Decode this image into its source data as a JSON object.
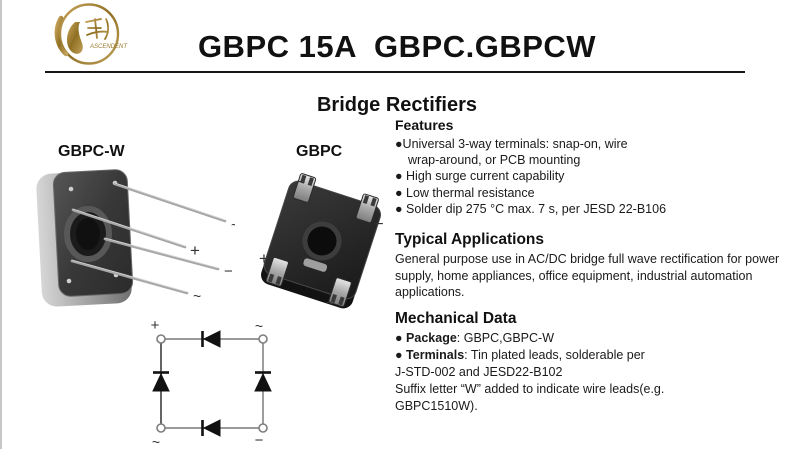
{
  "header": {
    "title": "GBPC 15A  GBPC.GBPCW",
    "logo_brand": "ASCENDENT"
  },
  "subtitle": "Bridge Rectifiers",
  "packages": {
    "gbpcw": {
      "label": "GBPC-W",
      "pins": [
        "~",
        "+",
        "−",
        "~"
      ]
    },
    "gbpc": {
      "label": "GBPC",
      "pin_top": "~",
      "pin_right": "−",
      "pin_left": "+",
      "pin_bottom": "~"
    }
  },
  "circuit": {
    "terminal_top_left": "+",
    "terminal_top_right": "~",
    "terminal_bottom_left": "~",
    "terminal_bottom_right": "−"
  },
  "features": {
    "heading": "Features",
    "lines": [
      "●Universal 3-way terminals: snap-on, wire",
      "wrap-around, or PCB mounting",
      "● High surge current capability",
      "● Low thermal resistance",
      "● Solder dip 275 °C max. 7 s, per JESD 22-B106"
    ]
  },
  "applications": {
    "heading": "Typical Applications",
    "body": "General purpose use in AC/DC bridge full wave rectification for power supply, home appliances, office equipment, industrial automation applications."
  },
  "mechanical": {
    "heading": "Mechanical Data",
    "package_bullet": "●",
    "package_term": "Package",
    "package_rest": ": GBPC,GBPC-W",
    "terminals_bullet": "●",
    "terminals_term": "Terminals",
    "terminals_rest": ": Tin plated leads, solderable per",
    "extra_lines": [
      "J-STD-002 and JESD22-B102",
      "Suffix letter “W” added to indicate wire leads(e.g.",
      "GBPC1510W)."
    ]
  },
  "colors": {
    "accent_gold": "#a8823f",
    "text": "#1a1a1a",
    "wire_gray": "#8a8a8a"
  }
}
